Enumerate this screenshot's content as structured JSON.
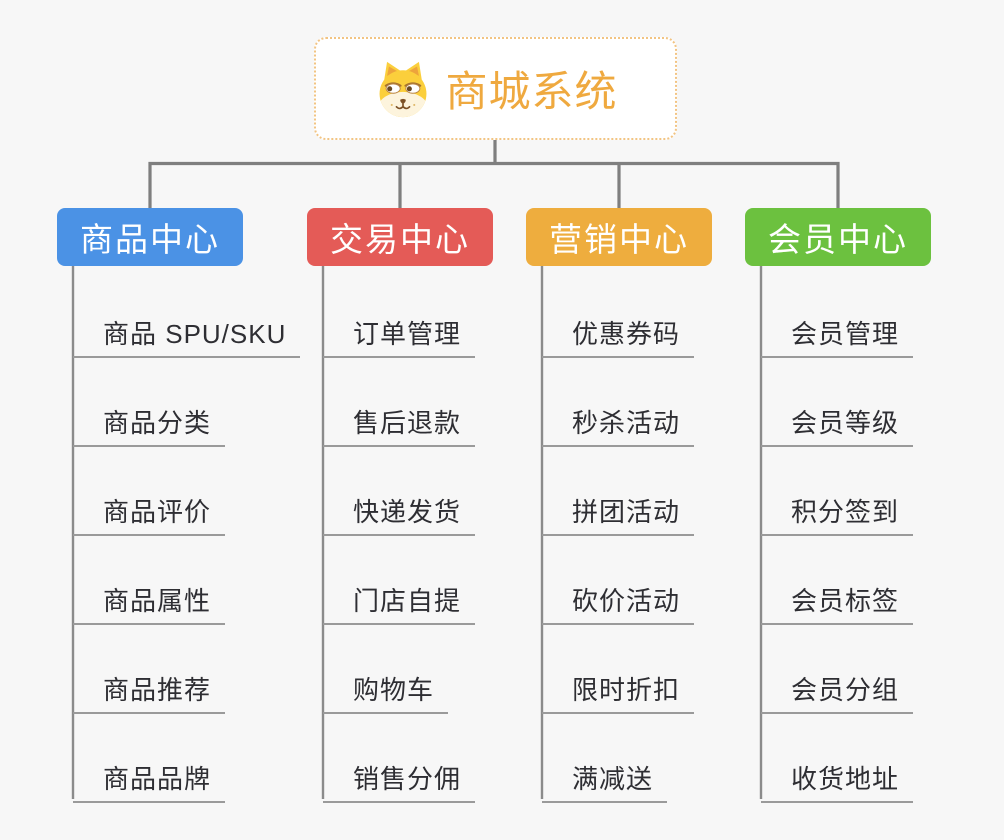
{
  "root": {
    "title": "商城系统",
    "icon": "dog-icon",
    "title_color": "#efa93f",
    "border_color": "#f2c483"
  },
  "branches": [
    {
      "label": "商品中心",
      "color": "#4b92e5",
      "children": [
        "商品 SPU/SKU",
        "商品分类",
        "商品评价",
        "商品属性",
        "商品推荐",
        "商品品牌"
      ]
    },
    {
      "label": "交易中心",
      "color": "#e45b57",
      "children": [
        "订单管理",
        "售后退款",
        "快递发货",
        "门店自提",
        "购物车",
        "销售分佣"
      ]
    },
    {
      "label": "营销中心",
      "color": "#eead3e",
      "children": [
        "优惠券码",
        "秒杀活动",
        "拼团活动",
        "砍价活动",
        "限时折扣",
        "满减送"
      ]
    },
    {
      "label": "会员中心",
      "color": "#6cc13f",
      "children": [
        "会员管理",
        "会员等级",
        "积分签到",
        "会员标签",
        "会员分组",
        "收货地址"
      ]
    }
  ],
  "colors": {
    "background": "#f7f7f7",
    "tree_connector": "#7f7f7f",
    "column_connector": "#8b8b8b",
    "leaf_underline": "#9a9a9a",
    "leaf_text": "#2e2e33",
    "header_text": "#ffffff"
  }
}
